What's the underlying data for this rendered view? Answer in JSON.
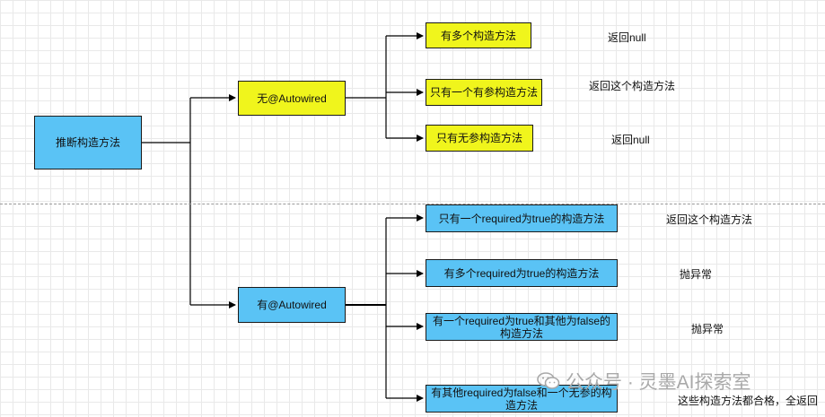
{
  "root": {
    "label": "推断构造方法"
  },
  "branches": [
    {
      "label": "无@Autowired",
      "children": [
        {
          "label": "有多个构造方法",
          "result": "返回null"
        },
        {
          "label": "只有一个有参构造方法",
          "result": "返回这个构造方法"
        },
        {
          "label": "只有无参构造方法",
          "result": "返回null"
        }
      ]
    },
    {
      "label": "有@Autowired",
      "children": [
        {
          "label": "只有一个required为true的构造方法",
          "result": "返回这个构造方法"
        },
        {
          "label": "有多个required为true的构造方法",
          "result": "抛异常"
        },
        {
          "label": "有一个required为true和其他为false的构造方法",
          "result": "抛异常"
        },
        {
          "label": "有其他required为false和一个无参的构造方法",
          "result": "这些构造方法都合格，全返回"
        }
      ]
    }
  ],
  "watermark": {
    "text": "公众号 · 灵墨AI探索室",
    "icon": "wechat-icon"
  },
  "colors": {
    "yellow": "#f0f51c",
    "blue": "#5ac3f5",
    "line": "#000000",
    "grid": "#e9e9e9",
    "divider": "#9a9a9a",
    "watermark": "#a9a9a9"
  }
}
